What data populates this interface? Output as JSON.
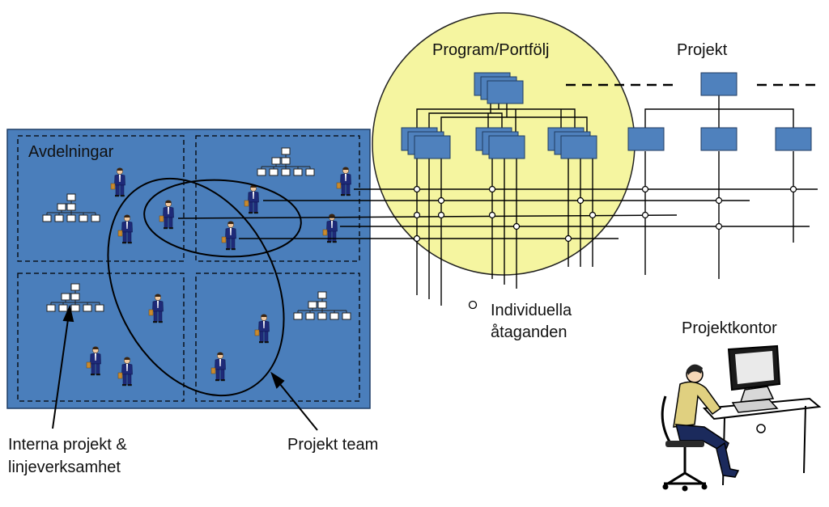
{
  "labels": {
    "avdelningar": "Avdelningar",
    "program_portfolj": "Program/Portfölj",
    "projekt": "Projekt",
    "individuella_line1": "Individuella",
    "individuella_line2": "åtaganden",
    "projektkontor": "Projektkontor",
    "interna_line1": "Interna projekt &",
    "interna_line2": "linjeverksamhet",
    "projekt_team": "Projekt team"
  },
  "icons": {
    "person": "business-person-icon",
    "org_chart": "org-chart-icon",
    "office_worker": "computer-worker-icon"
  },
  "colors": {
    "department_fill": "#4a7ebb",
    "box_fill": "#4f81bd",
    "circle_fill": "#f5f5a0",
    "line": "#000000"
  }
}
